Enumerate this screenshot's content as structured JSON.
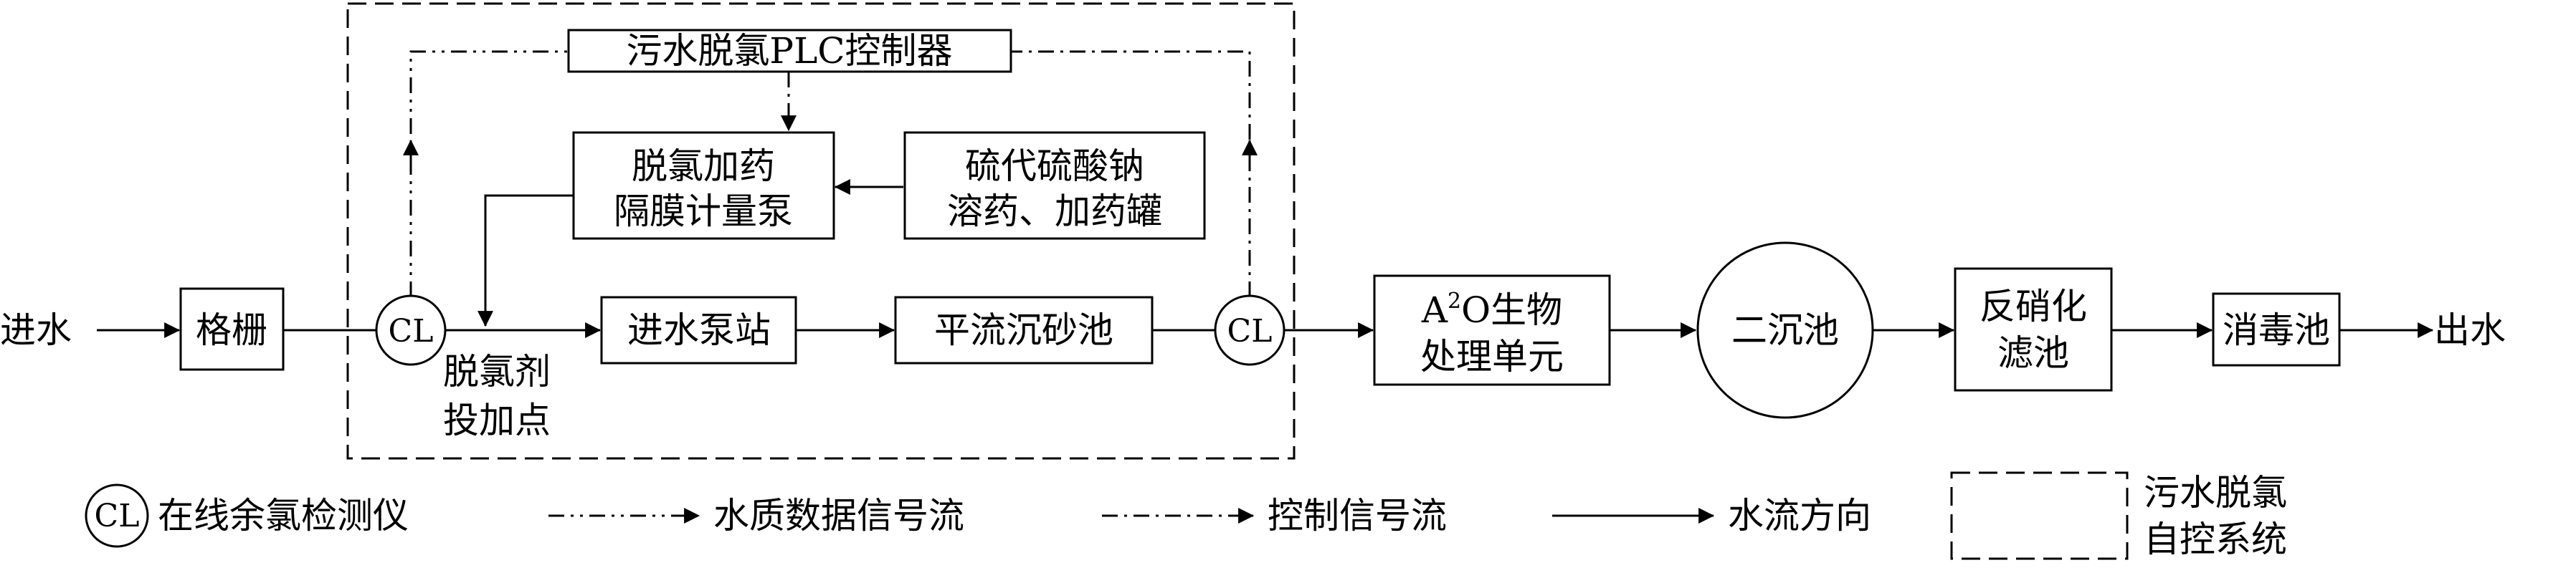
{
  "nodes": {
    "inlet": "进水",
    "grille": "格栅",
    "plc": "污水脱氯PLC控制器",
    "pump_line1": "脱氯加药",
    "pump_line2": "隔膜计量泵",
    "tank_line1": "硫代硫酸钠",
    "tank_line2": "溶药、加药罐",
    "dosing_point_line1": "脱氯剂",
    "dosing_point_line2": "投加点",
    "pump_station": "进水泵站",
    "grit": "平流沉砂池",
    "cl1": "CL",
    "cl2": "CL",
    "a2o_prefix": "A",
    "a2o_sup": "2",
    "a2o_suffix": "O生物",
    "a2o_line2": "处理单元",
    "clarifier": "二沉池",
    "denit_line1": "反硝化",
    "denit_line2": "滤池",
    "disinfect": "消毒池",
    "outlet": "出水"
  },
  "legend": {
    "cl_symbol": "CL",
    "cl_label": "在线余氯检测仪",
    "water_quality_signal": "水质数据信号流",
    "control_signal": "控制信号流",
    "water_flow": "水流方向",
    "system_line1": "污水脱氯",
    "system_line2": "自控系统"
  }
}
